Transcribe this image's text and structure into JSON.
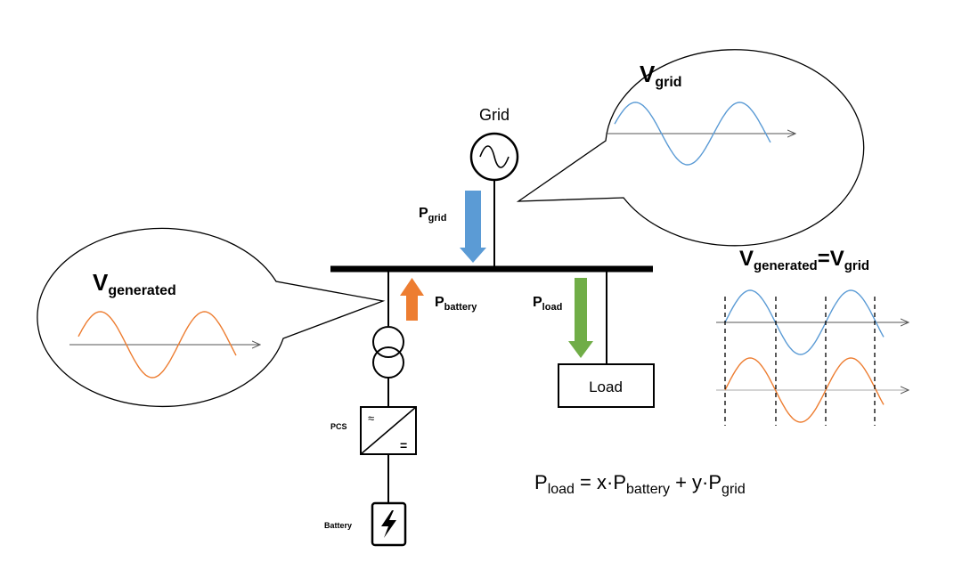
{
  "grid": {
    "label": "Grid",
    "power_main": "P",
    "power_sub": "grid"
  },
  "grid_bubble": {
    "voltage_main": "V",
    "voltage_sub": "grid"
  },
  "generated_bubble": {
    "voltage_main": "V",
    "voltage_sub": "generated"
  },
  "battery_branch": {
    "power_main": "P",
    "power_sub": "battery",
    "pcs_label": "PCS",
    "battery_label": "Battery"
  },
  "load_branch": {
    "power_main": "P",
    "power_sub": "load",
    "load_label": "Load"
  },
  "sync_panel": {
    "v1_main": "V",
    "v1_sub": "generated",
    "equals": "=",
    "v2_main": "V",
    "v2_sub": "grid"
  },
  "equation": {
    "lhs_main": "P",
    "lhs_sub": "load",
    "eq": " = x·",
    "t1_main": "P",
    "t1_sub": "battery",
    "plus": " + y·",
    "t2_main": "P",
    "t2_sub": "grid"
  },
  "colors": {
    "grid_wave": "#5b9bd5",
    "generated_wave": "#ed7d31",
    "grid_arrow": "#5b9bd5",
    "battery_arrow": "#ed7d31",
    "load_arrow": "#70ad47"
  }
}
